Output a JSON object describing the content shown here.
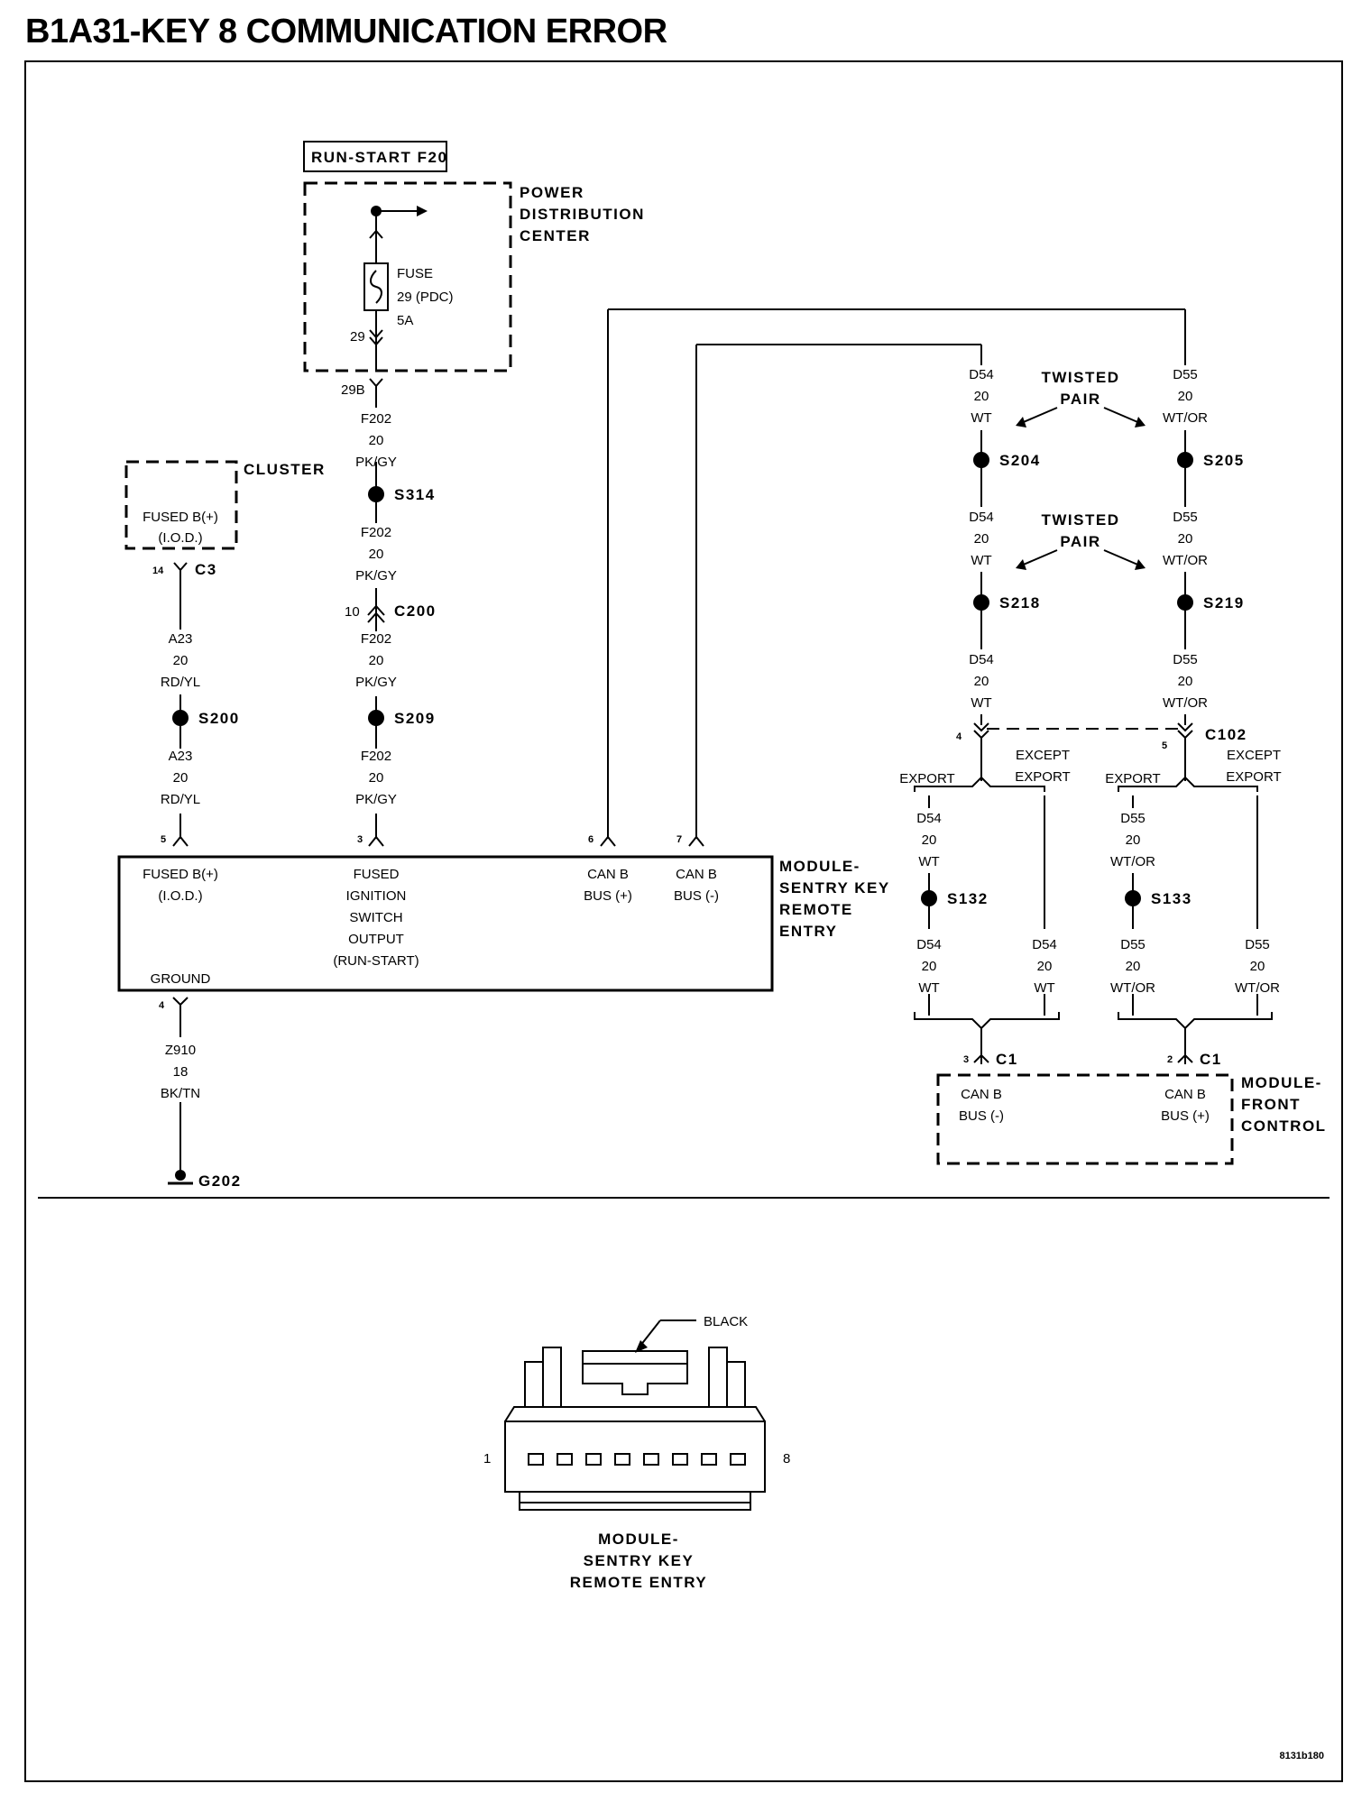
{
  "title": "B1A31-KEY 8 COMMUNICATION ERROR",
  "diagram": {
    "fuse_box": {
      "header": "RUN-START F20",
      "name": [
        "POWER",
        "DISTRIBUTION",
        "CENTER"
      ],
      "fuse": [
        "FUSE",
        "29 (PDC)",
        "5A"
      ],
      "pin_in": "29",
      "pin_out": "29B"
    },
    "cluster": {
      "name": "CLUSTER",
      "pin_label": [
        "FUSED B(+)",
        "(I.O.D.)"
      ],
      "pin": "14",
      "connector": "C3"
    },
    "wire_a23": {
      "circuit": "A23",
      "gauge": "20",
      "color": "RD/YL",
      "splice": "S200"
    },
    "wire_f202": {
      "circuit": "F202",
      "gauge": "20",
      "color": "PK/GY",
      "splice_1": "S314",
      "connector_pin": "10",
      "connector": "C200",
      "splice_2": "S209"
    },
    "sentry_module": {
      "name": [
        "MODULE-",
        "SENTRY KEY",
        "REMOTE",
        "ENTRY"
      ],
      "pins": [
        {
          "pin": "5",
          "label": [
            "FUSED B(+)",
            "(I.O.D.)"
          ]
        },
        {
          "pin": "3",
          "label": [
            "FUSED",
            "IGNITION",
            "SWITCH",
            "OUTPUT",
            "(RUN-START)"
          ]
        },
        {
          "pin": "6",
          "label": [
            "CAN B",
            "BUS (+)"
          ]
        },
        {
          "pin": "7",
          "label": [
            "CAN B",
            "BUS (-)"
          ]
        }
      ],
      "ground_label": "GROUND",
      "ground_pin": "4"
    },
    "ground_wire": {
      "circuit": "Z910",
      "gauge": "18",
      "color": "BK/TN",
      "ground": "G202"
    },
    "can_bus": {
      "d54": {
        "circuit": "D54",
        "gauge": "20",
        "color": "WT"
      },
      "d55": {
        "circuit": "D55",
        "gauge": "20",
        "color": "WT/OR"
      },
      "twisted_pair": [
        "TWISTED",
        "PAIR"
      ],
      "splices_d54": [
        "S204",
        "S218"
      ],
      "splices_d55": [
        "S205",
        "S219"
      ],
      "c102": {
        "name": "C102",
        "pin_d54": "4",
        "pin_d55": "5"
      },
      "export": "EXPORT",
      "except_export": [
        "EXCEPT",
        "EXPORT"
      ],
      "splice_export_d54": "S132",
      "splice_export_d55": "S133"
    },
    "front_control": {
      "name": [
        "MODULE-",
        "FRONT",
        "CONTROL"
      ],
      "connector": "C1",
      "pin_minus": "3",
      "pin_plus": "2",
      "label_minus": [
        "CAN B",
        "BUS (-)"
      ],
      "label_plus": [
        "CAN B",
        "BUS (+)"
      ]
    },
    "connector_view": {
      "callout": "BLACK",
      "pin_first": "1",
      "pin_last": "8",
      "caption": [
        "MODULE-",
        "SENTRY KEY",
        "REMOTE ENTRY"
      ]
    },
    "figure_id": "8131b180"
  }
}
